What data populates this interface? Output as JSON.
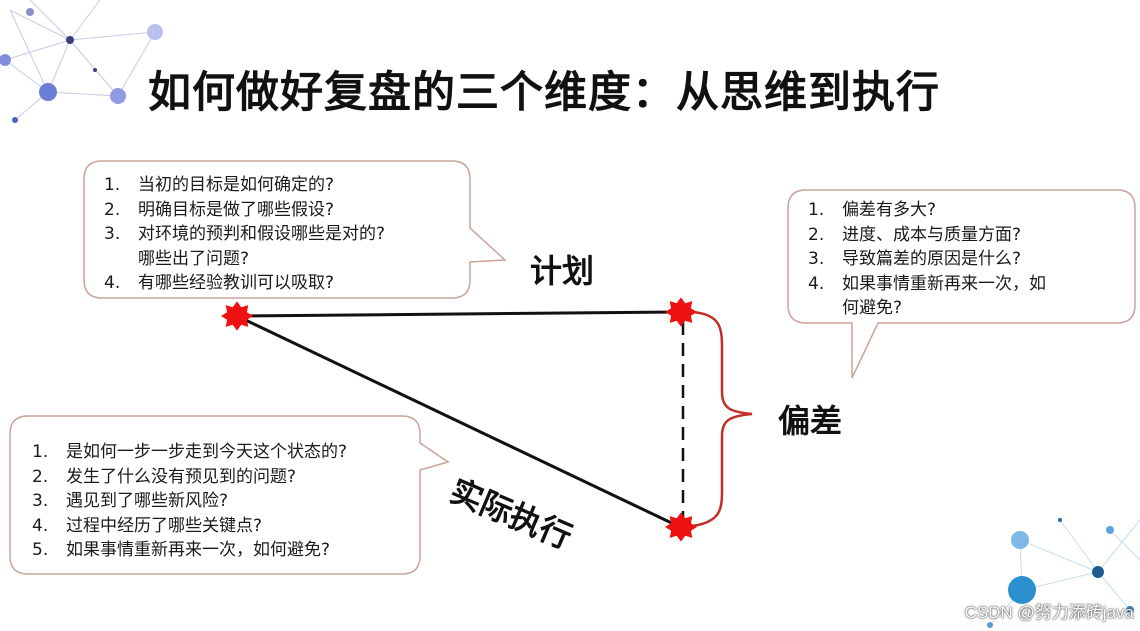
{
  "title": "如何做好复盘的三个维度：从思维到执行",
  "labels": {
    "plan": "计划",
    "execution": "实际执行",
    "deviation": "偏差"
  },
  "plan_questions": [
    {
      "num": "1.",
      "text": "当初的目标是如何确定的?"
    },
    {
      "num": "2.",
      "text": "明确目标是做了哪些假设?"
    },
    {
      "num": "3.",
      "text": "对环境的预判和假设哪些是对的?\n哪些出了问题?"
    },
    {
      "num": "4.",
      "text": "有哪些经验教训可以吸取?"
    }
  ],
  "deviation_questions": [
    {
      "num": "1.",
      "text": "偏差有多大?"
    },
    {
      "num": "2.",
      "text": "进度、成本与质量方面?"
    },
    {
      "num": "3.",
      "text": "导致篇差的原因是什么?"
    },
    {
      "num": "4.",
      "text": "如果事情重新再来一次，如\n何避免?"
    }
  ],
  "execution_questions": [
    {
      "num": "1.",
      "text": "是如何一步一步走到今天这个状态的?"
    },
    {
      "num": "2.",
      "text": "发生了什么没有预见到的问题?"
    },
    {
      "num": "3.",
      "text": "遇见到了哪些新风险?"
    },
    {
      "num": "4.",
      "text": "过程中经历了哪些关键点?"
    },
    {
      "num": "5.",
      "text": "如果事情重新再来一次，如何避免?"
    }
  ],
  "watermark": "CSDN @努力添砖java",
  "colors": {
    "marker": "#ee1111",
    "bubble_border": "#c9a49a",
    "brace": "#c0302a",
    "line": "#111111",
    "deco_blue": "#4a6fd6",
    "deco_teal": "#2b8fd0"
  }
}
